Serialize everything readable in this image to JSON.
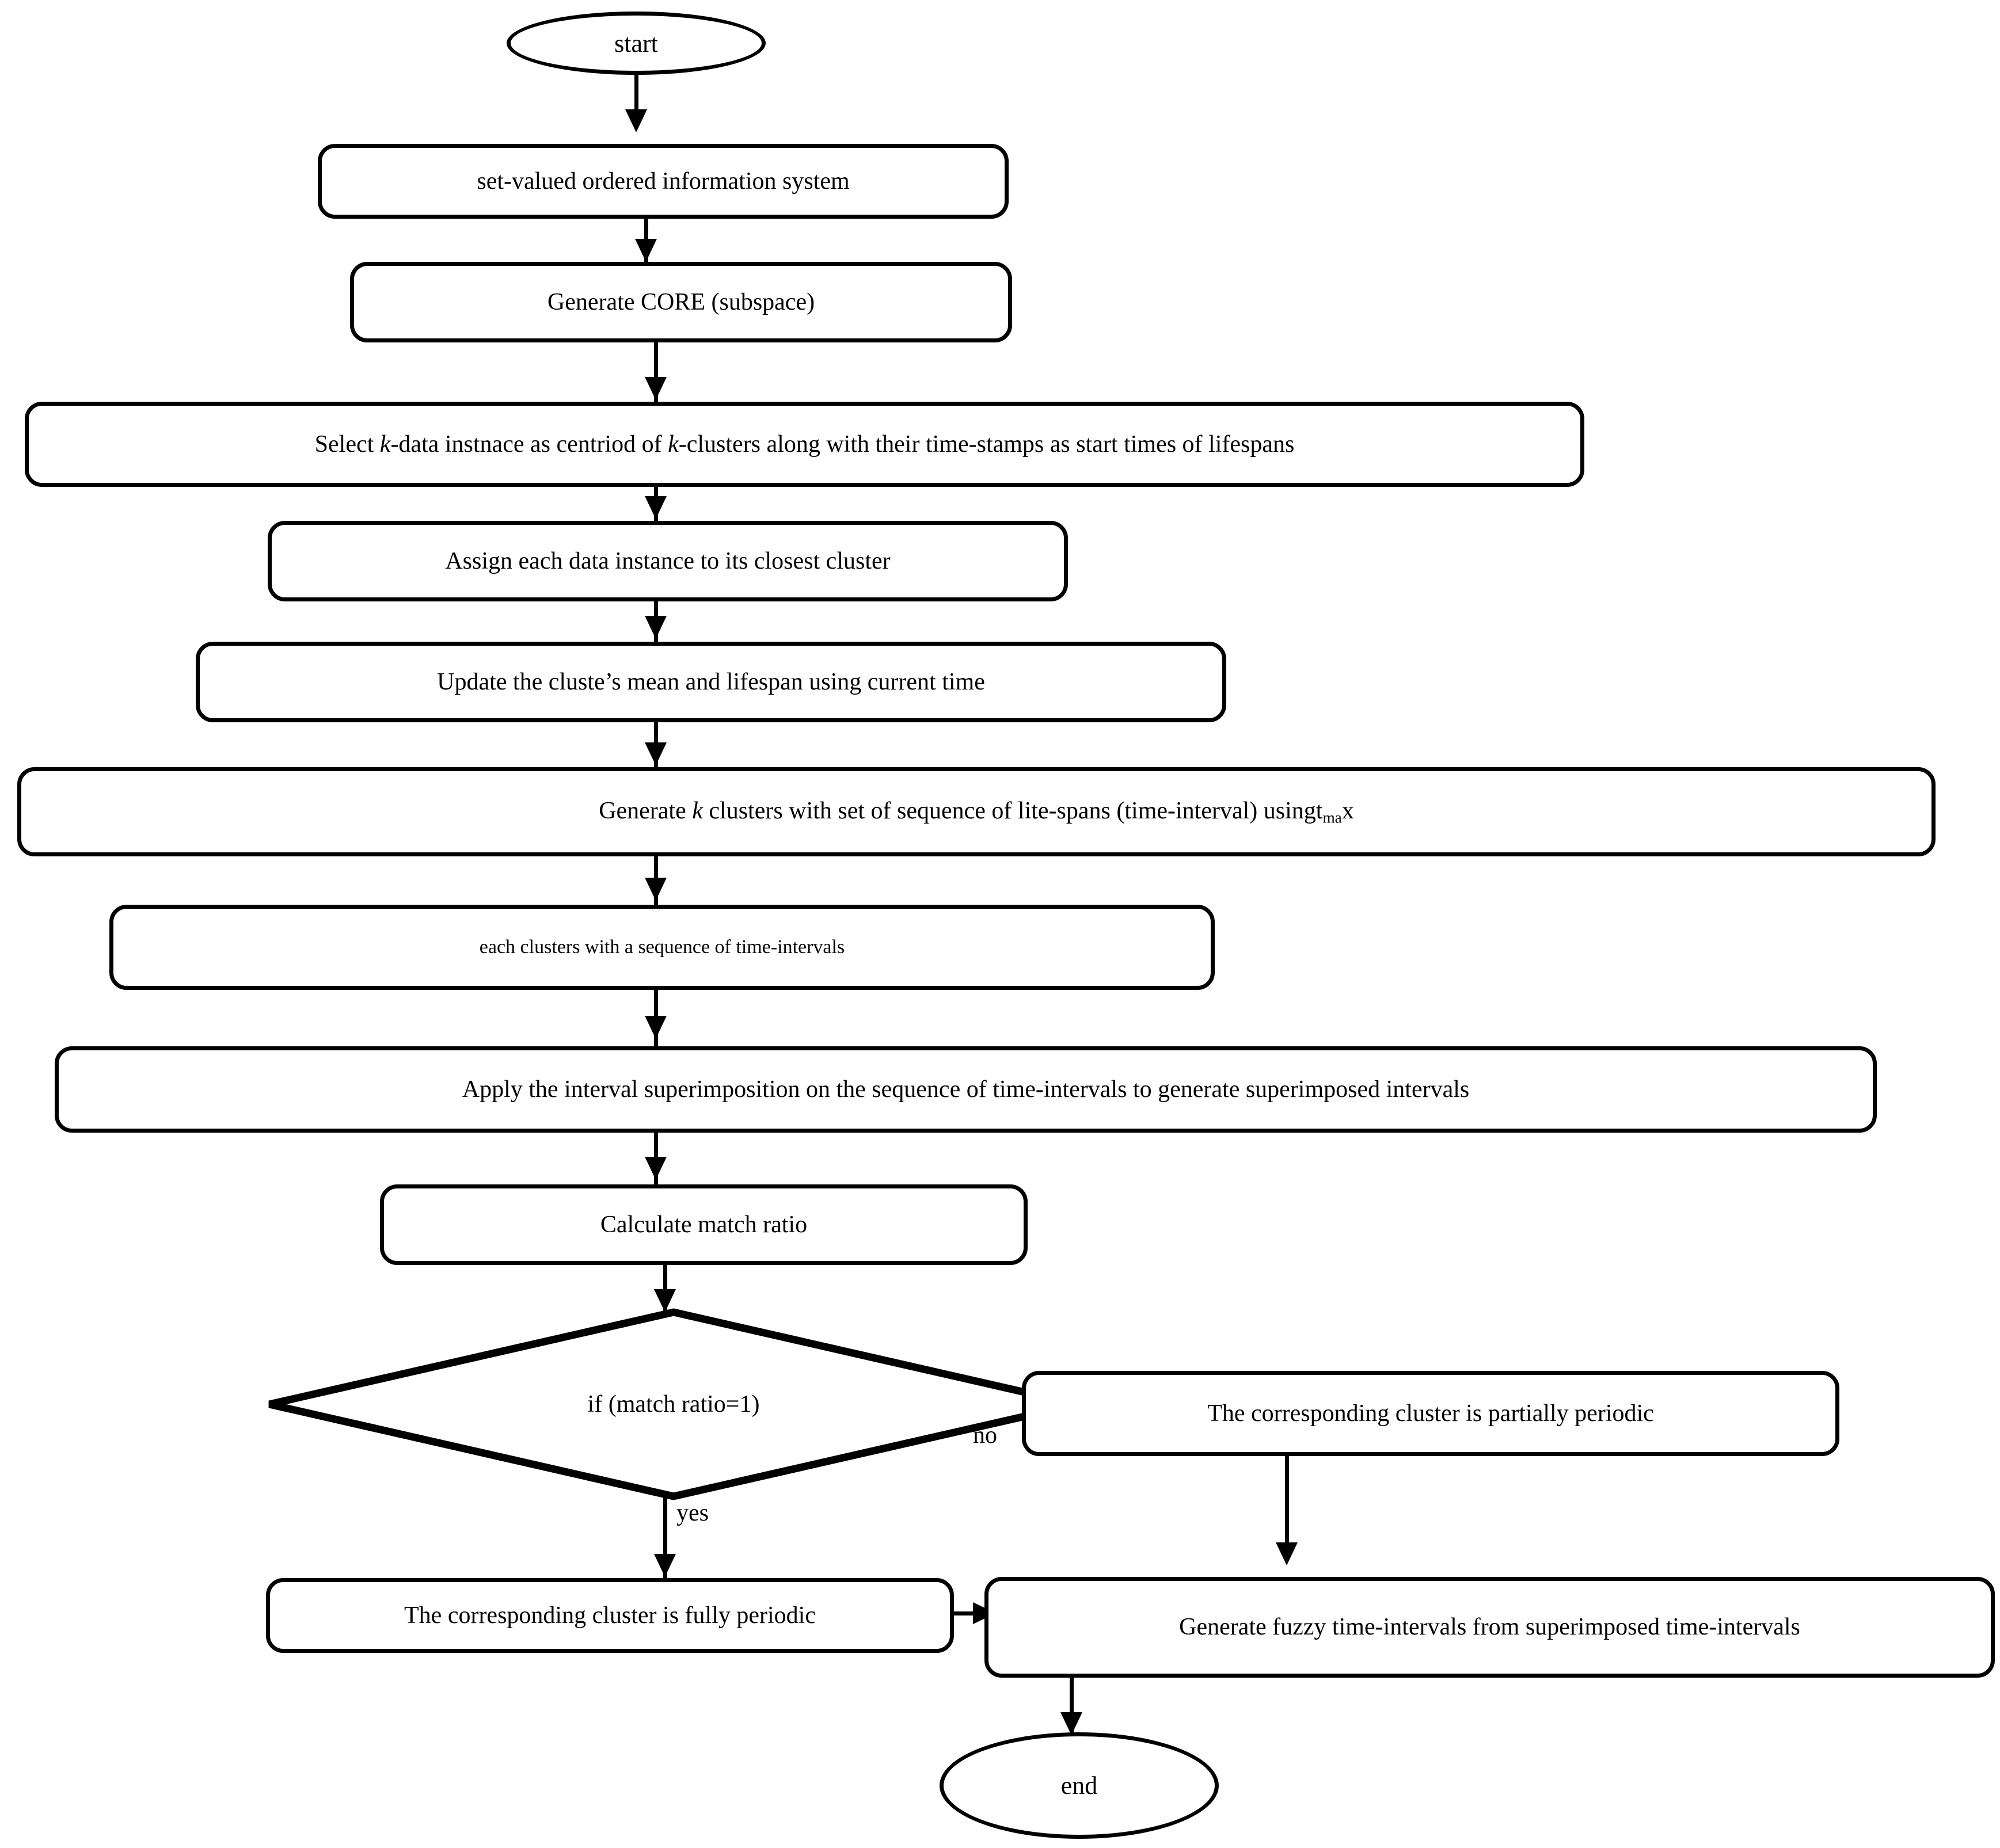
{
  "diagram": {
    "type": "flowchart",
    "title": "",
    "orientation": "top-to-bottom"
  },
  "nodes": {
    "start": {
      "label": "start",
      "shape": "terminator"
    },
    "svois": {
      "label": "set-valued ordered information system",
      "shape": "process"
    },
    "core": {
      "label": "Generate CORE (subspace)",
      "shape": "process"
    },
    "select_k": {
      "label": "Select k-data instnace as centriod of k-clusters along with their time-stamps as start times of lifespans",
      "shape": "process",
      "part1": "Select ",
      "italic1": "k",
      "part2": "-data instnace as centriod of ",
      "italic2": "k",
      "part3": "-clusters along with their time-stamps as start times of lifespans"
    },
    "assign": {
      "label": "Assign each data instance to its closest cluster",
      "shape": "process"
    },
    "update": {
      "label": "Update the cluste’s mean and lifespan using current time",
      "shape": "process"
    },
    "generate_k": {
      "label": "Generate k clusters with set of sequence of lite-spans (time-interval) usingtmax",
      "shape": "process",
      "part1": "Generate ",
      "italic1": "k",
      "part2": " clusters with set of sequence of lite-spans (time-interval) usingt",
      "sub": "ma",
      "part3": "x"
    },
    "each_clusters": {
      "label": "each clusters with a sequence of time-intervals",
      "shape": "process"
    },
    "apply_superimp": {
      "label": "Apply the interval superimposition on the sequence of time-intervals to generate superimposed intervals",
      "shape": "process"
    },
    "calc_match": {
      "label": "Calculate match ratio",
      "shape": "process"
    },
    "decision": {
      "label": "if (match ratio=1)",
      "shape": "decision"
    },
    "partially": {
      "label": "The corresponding cluster is partially periodic",
      "shape": "process"
    },
    "fully": {
      "label": "The corresponding cluster is fully periodic",
      "shape": "process"
    },
    "fuzzy": {
      "label": "Generate fuzzy time-intervals from superimposed time-intervals",
      "shape": "process"
    },
    "end": {
      "label": "end",
      "shape": "terminator"
    }
  },
  "edge_labels": {
    "no": "no",
    "yes": "yes"
  },
  "colors": {
    "stroke": "#000000",
    "fill": "#ffffff",
    "text": "#000000"
  }
}
